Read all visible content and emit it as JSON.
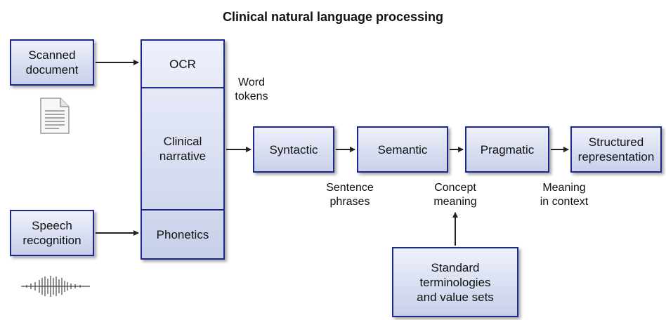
{
  "title": "Clinical natural language processing",
  "inputs": {
    "scanned_document": "Scanned\ndocument",
    "speech_recognition": "Speech\nrecognition"
  },
  "stack": {
    "ocr": "OCR",
    "clinical_narrative": "Clinical\nnarrative",
    "phonetics": "Phonetics"
  },
  "pipeline": {
    "syntactic": "Syntactic",
    "semantic": "Semantic",
    "pragmatic": "Pragmatic",
    "structured_representation": "Structured\nrepresentation"
  },
  "labels": {
    "word_tokens": "Word\ntokens",
    "sentence_phrases": "Sentence\nphrases",
    "concept_meaning": "Concept\nmeaning",
    "meaning_in_context": "Meaning\nin context"
  },
  "terminologies": "Standard\nterminologies\nand value sets",
  "icons": [
    "document-icon",
    "sound-wave-icon"
  ],
  "colors": {
    "box_border": "#1e2a8a",
    "box_fill": "#d7ddf1",
    "arrow": "#222222"
  }
}
